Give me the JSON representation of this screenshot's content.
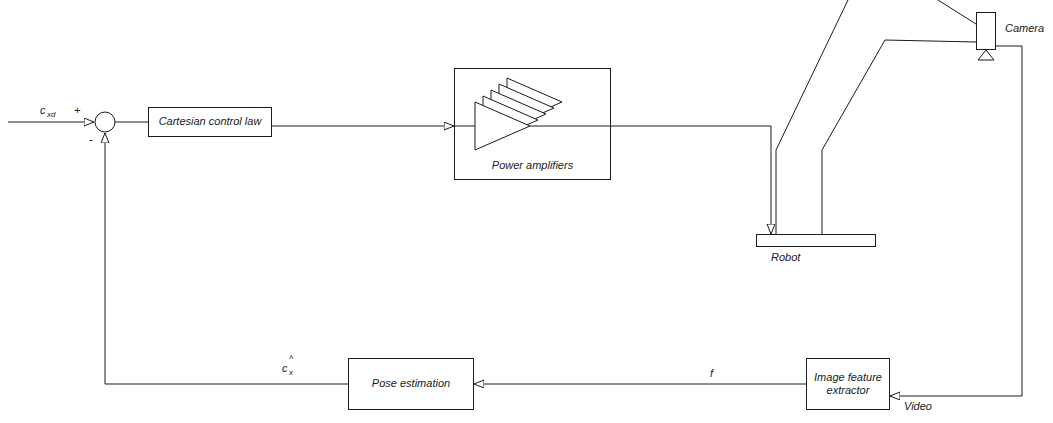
{
  "diagram": {
    "nodes": [
      {
        "text": [
          "Cartesian control law"
        ]
      },
      {
        "text": [
          "Power amplifiers"
        ]
      },
      {
        "text": [
          "Robot"
        ]
      },
      {
        "text": [
          "Camera"
        ]
      },
      {
        "text": [
          "Pose estimation"
        ]
      },
      {
        "text": [
          "Image feature extractor"
        ]
      }
    ],
    "edges": [
      {
        "from": 0,
        "to": 1,
        "arrow": "to"
      },
      {
        "from": 1,
        "to": 2,
        "arrow": "to"
      },
      {
        "from": 3,
        "to": 5,
        "arrow": "to",
        "label": "Video"
      },
      {
        "from": 5,
        "to": 4,
        "arrow": "to",
        "label": "f"
      }
    ],
    "labels": [
      "c",
      "xd",
      "+",
      "-",
      "c",
      "^",
      "x"
    ]
  }
}
